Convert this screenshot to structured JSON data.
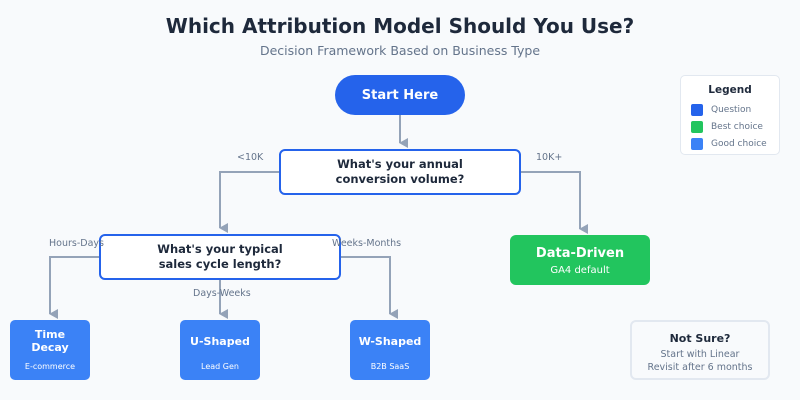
{
  "title": "Which Attribution Model Should You Use?",
  "subtitle": "Decision Framework Based on Business Type",
  "colors": {
    "question": "#2563eb",
    "best": "#22c55e",
    "good": "#3b82f6",
    "connector": "#94a3b8"
  },
  "start": {
    "label": "Start Here"
  },
  "question_volume": {
    "text": "What's your annual\nconversion volume?"
  },
  "question_cycle": {
    "text": "What's your typical\nsales cycle length?"
  },
  "edges": {
    "low_volume": "<10K",
    "high_volume": "10K+",
    "hours_days": "Hours-Days",
    "days_weeks": "Days-Weeks",
    "weeks_months": "Weeks-Months"
  },
  "data_driven": {
    "title": "Data-Driven",
    "subtitle": "GA4 default"
  },
  "models": [
    {
      "title": "Time\nDecay",
      "subtitle": "E-commerce"
    },
    {
      "title": "U-Shaped",
      "subtitle": "Lead Gen"
    },
    {
      "title": "W-Shaped",
      "subtitle": "B2B SaaS"
    }
  ],
  "not_sure": {
    "title": "Not Sure?",
    "text": "Start with Linear\nRevisit after 6 months"
  },
  "legend": {
    "title": "Legend",
    "items": [
      {
        "label": "Question",
        "color": "#2563eb"
      },
      {
        "label": "Best choice",
        "color": "#22c55e"
      },
      {
        "label": "Good choice",
        "color": "#3b82f6"
      }
    ]
  }
}
